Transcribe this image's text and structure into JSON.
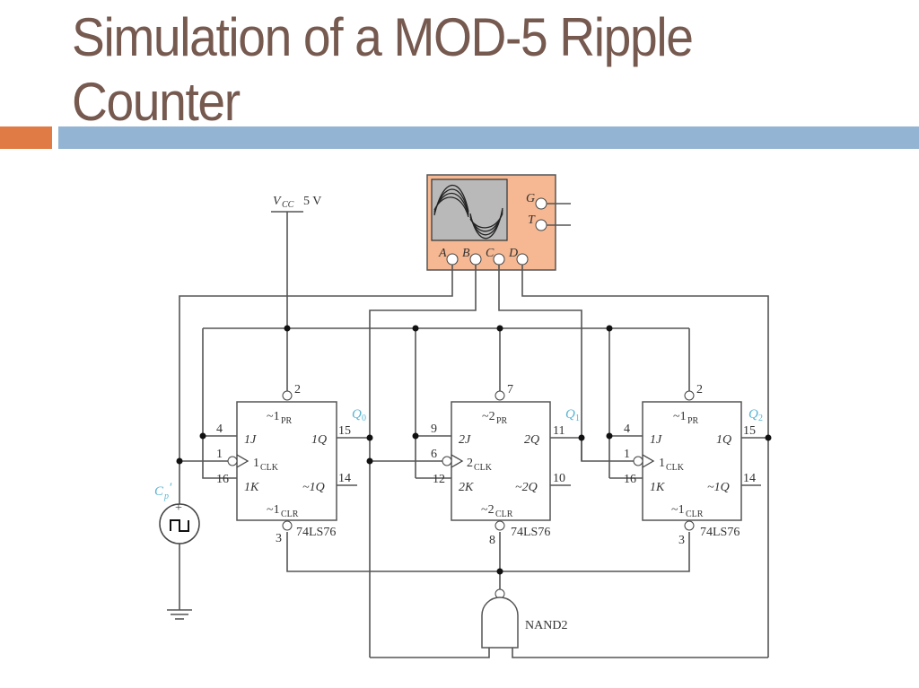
{
  "slide": {
    "title_line1": "Simulation of a MOD-5 Ripple",
    "title_line2": "Counter",
    "accent_colors": {
      "title": "#76594f",
      "orange_bar": "#e07b45",
      "blue_bar": "#93b4d2",
      "scope_panel": "#f6b892",
      "label_blue": "#5ab4d4"
    }
  },
  "circuit": {
    "supply": {
      "label": "V",
      "label_sub": "CC",
      "value": "5 V"
    },
    "clock_source": {
      "label": "C",
      "label_sub": "p",
      "prime": "′",
      "polarity": "+"
    },
    "oscilloscope": {
      "inputs": [
        "A",
        "B",
        "C",
        "D"
      ],
      "controls": [
        "G",
        "T"
      ]
    },
    "flip_flops": [
      {
        "id": "ff0",
        "part": "74LS76",
        "pr_label": "~1",
        "pr_sub": "PR",
        "clr_label": "~1",
        "clr_sub": "CLR",
        "j": "1J",
        "k": "1K",
        "clk": "1",
        "clk_sub": "CLK",
        "q": "1Q",
        "qn": "~1Q",
        "pins": {
          "pr": "2",
          "j": "4",
          "clk": "1",
          "k": "16",
          "q": "15",
          "qn": "14",
          "clr": "3"
        },
        "output": "Q",
        "output_sub": "0"
      },
      {
        "id": "ff1",
        "part": "74LS76",
        "pr_label": "~2",
        "pr_sub": "PR",
        "clr_label": "~2",
        "clr_sub": "CLR",
        "j": "2J",
        "k": "2K",
        "clk": "2",
        "clk_sub": "CLK",
        "q": "2Q",
        "qn": "~2Q",
        "pins": {
          "pr": "7",
          "j": "9",
          "clk": "6",
          "k": "12",
          "q": "11",
          "qn": "10",
          "clr": "8"
        },
        "output": "Q",
        "output_sub": "1"
      },
      {
        "id": "ff2",
        "part": "74LS76",
        "pr_label": "~1",
        "pr_sub": "PR",
        "clr_label": "~1",
        "clr_sub": "CLR",
        "j": "1J",
        "k": "1K",
        "clk": "1",
        "clk_sub": "CLK",
        "q": "1Q",
        "qn": "~1Q",
        "pins": {
          "pr": "2",
          "j": "4",
          "clk": "1",
          "k": "16",
          "q": "15",
          "qn": "14",
          "clr": "3"
        },
        "output": "Q",
        "output_sub": "2"
      }
    ],
    "gate": {
      "type": "NAND",
      "label": "NAND2"
    }
  }
}
